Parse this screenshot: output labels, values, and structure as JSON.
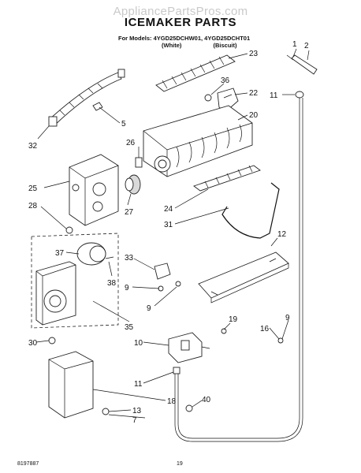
{
  "watermark": "AppliancePartsPros.com",
  "title": "ICEMAKER PARTS",
  "models_line": "For Models: 4YGD25DCHW01, 4YGD25DCHT01",
  "variants": [
    "(White)",
    "(Biscuit)"
  ],
  "footer": {
    "doc_number": "8197887",
    "page_number": "19"
  },
  "callouts": [
    "1",
    "2",
    "23",
    "36",
    "22",
    "11",
    "5",
    "20",
    "32",
    "26",
    "25",
    "27",
    "28",
    "24",
    "31",
    "12",
    "37",
    "33",
    "38",
    "9",
    "9",
    "35",
    "19",
    "16",
    "9",
    "30",
    "10",
    "11",
    "18",
    "40",
    "13",
    "7"
  ]
}
